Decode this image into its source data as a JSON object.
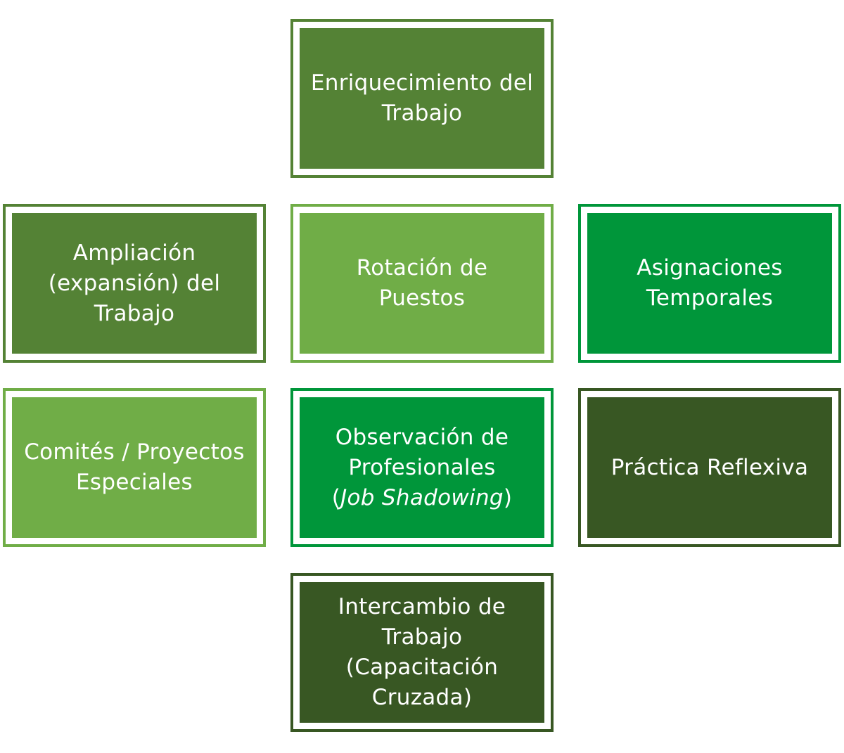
{
  "boxes": {
    "enriquecimiento": {
      "lines": [
        "Enriquecimiento del",
        "Trabajo"
      ],
      "color": "#548235"
    },
    "ampliacion": {
      "lines": [
        "Ampliación",
        "(expansión) del",
        "Trabajo"
      ],
      "color": "#548235"
    },
    "rotacion": {
      "lines": [
        "Rotación de",
        "Puestos"
      ],
      "color": "#70AD47"
    },
    "asignaciones": {
      "lines": [
        "Asignaciones",
        "Temporales"
      ],
      "color": "#00963A"
    },
    "comites": {
      "lines": [
        "Comités / Proyectos",
        "Especiales"
      ],
      "color": "#70AD47"
    },
    "observacion": {
      "lines": [
        "Observación de",
        "Profesionales"
      ],
      "open_paren": "(",
      "italic": "Job Shadowing",
      "close_paren": ")",
      "color": "#00963A"
    },
    "practica": {
      "lines": [
        "Práctica Reflexiva"
      ],
      "color": "#385723"
    },
    "intercambio": {
      "lines": [
        "Intercambio de",
        "Trabajo",
        "(Capacitación",
        "Cruzada)"
      ],
      "color": "#385723"
    }
  }
}
